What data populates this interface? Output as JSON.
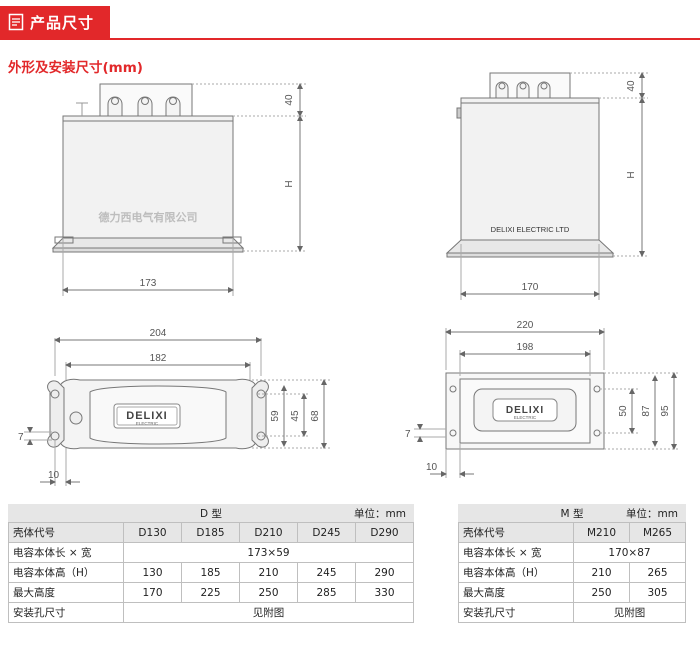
{
  "header": {
    "title": "产品尺寸"
  },
  "subtitle": "外形及安装尺寸(mm)",
  "drawing_left_top": {
    "brand_text": "德力西电气有限公司",
    "dim_top": "40",
    "dim_h": "H",
    "dim_width": "173"
  },
  "drawing_right_top": {
    "brand_text": "DELIXI ELECTRIC LTD",
    "dim_top": "40",
    "dim_h": "H",
    "dim_width": "170"
  },
  "drawing_left_bottom": {
    "dim_204": "204",
    "dim_182": "182",
    "dim_45": "45",
    "dim_59": "59",
    "dim_68": "68",
    "dim_7": "7",
    "dim_10": "10",
    "logo": "DELIXI",
    "logo_sub": "ELECTRIC"
  },
  "drawing_right_bottom": {
    "dim_220": "220",
    "dim_198": "198",
    "dim_50": "50",
    "dim_87": "87",
    "dim_95": "95",
    "dim_7": "7",
    "dim_10": "10",
    "logo": "DELIXI",
    "logo_sub": "ELECTRIC"
  },
  "table_d": {
    "title": "D 型",
    "unit": "单位：mm",
    "rows": [
      [
        "壳体代号",
        "D130",
        "D185",
        "D210",
        "D245",
        "D290"
      ],
      [
        "电容本体长 × 宽",
        "173×59"
      ],
      [
        "电容本体高（H）",
        "130",
        "185",
        "210",
        "245",
        "290"
      ],
      [
        "最大高度",
        "170",
        "225",
        "250",
        "285",
        "330"
      ],
      [
        "安装孔尺寸",
        "见附图"
      ]
    ]
  },
  "table_m": {
    "title": "M 型",
    "unit": "单位：mm",
    "rows": [
      [
        "壳体代号",
        "M210",
        "M265"
      ],
      [
        "电容本体长 × 宽",
        "170×87"
      ],
      [
        "电容本体高（H）",
        "210",
        "265"
      ],
      [
        "最大高度",
        "250",
        "305"
      ],
      [
        "安装孔尺寸",
        "见附图"
      ]
    ]
  }
}
